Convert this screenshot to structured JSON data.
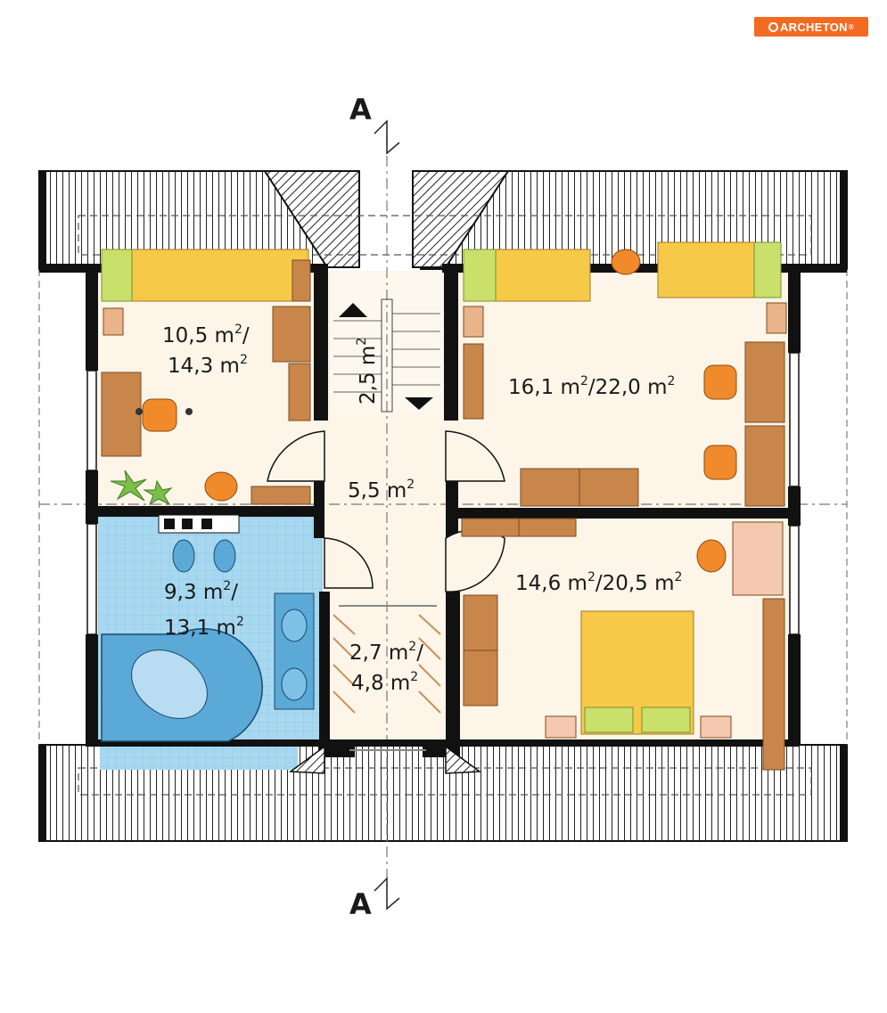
{
  "brand": {
    "logo_text": "ARCHETON",
    "reg": "®"
  },
  "section_marks": {
    "top": "A",
    "bottom": "A"
  },
  "rooms": [
    {
      "id": "bedroom-left",
      "line1": "10,5 m",
      "sup1": "2",
      "tail1": "/",
      "line2": "14,3 m",
      "sup2": "2"
    },
    {
      "id": "stairs",
      "line1": "2,5 m",
      "sup1": "2"
    },
    {
      "id": "bedroom-right-top",
      "line1": "16,1 m",
      "sup1": "2",
      "tail1": "/22,0 m",
      "sup2": "2"
    },
    {
      "id": "hall",
      "line1": "5,5 m",
      "sup1": "2"
    },
    {
      "id": "bathroom",
      "line1": "9,3 m",
      "sup1": "2",
      "tail1": "/",
      "line2": "13,1 m",
      "sup2": "2"
    },
    {
      "id": "wardrobe",
      "line1": "2,7 m",
      "sup1": "2",
      "tail1": "/",
      "line2": "4,8 m",
      "sup2": "2"
    },
    {
      "id": "bedroom-right-bottom",
      "line1": "14,6 m",
      "sup1": "2",
      "tail1": "/20,5 m",
      "sup2": "2"
    }
  ],
  "colors": {
    "wall": "#111111",
    "floor": "#fdf5e8",
    "bath_tile": "#a8d8f0",
    "wood": "#c8864a",
    "bed_yellow": "#f7c948",
    "pillow_green": "#c9e06a",
    "chair_orange": "#f08a2a",
    "logo": "#f26b21"
  }
}
